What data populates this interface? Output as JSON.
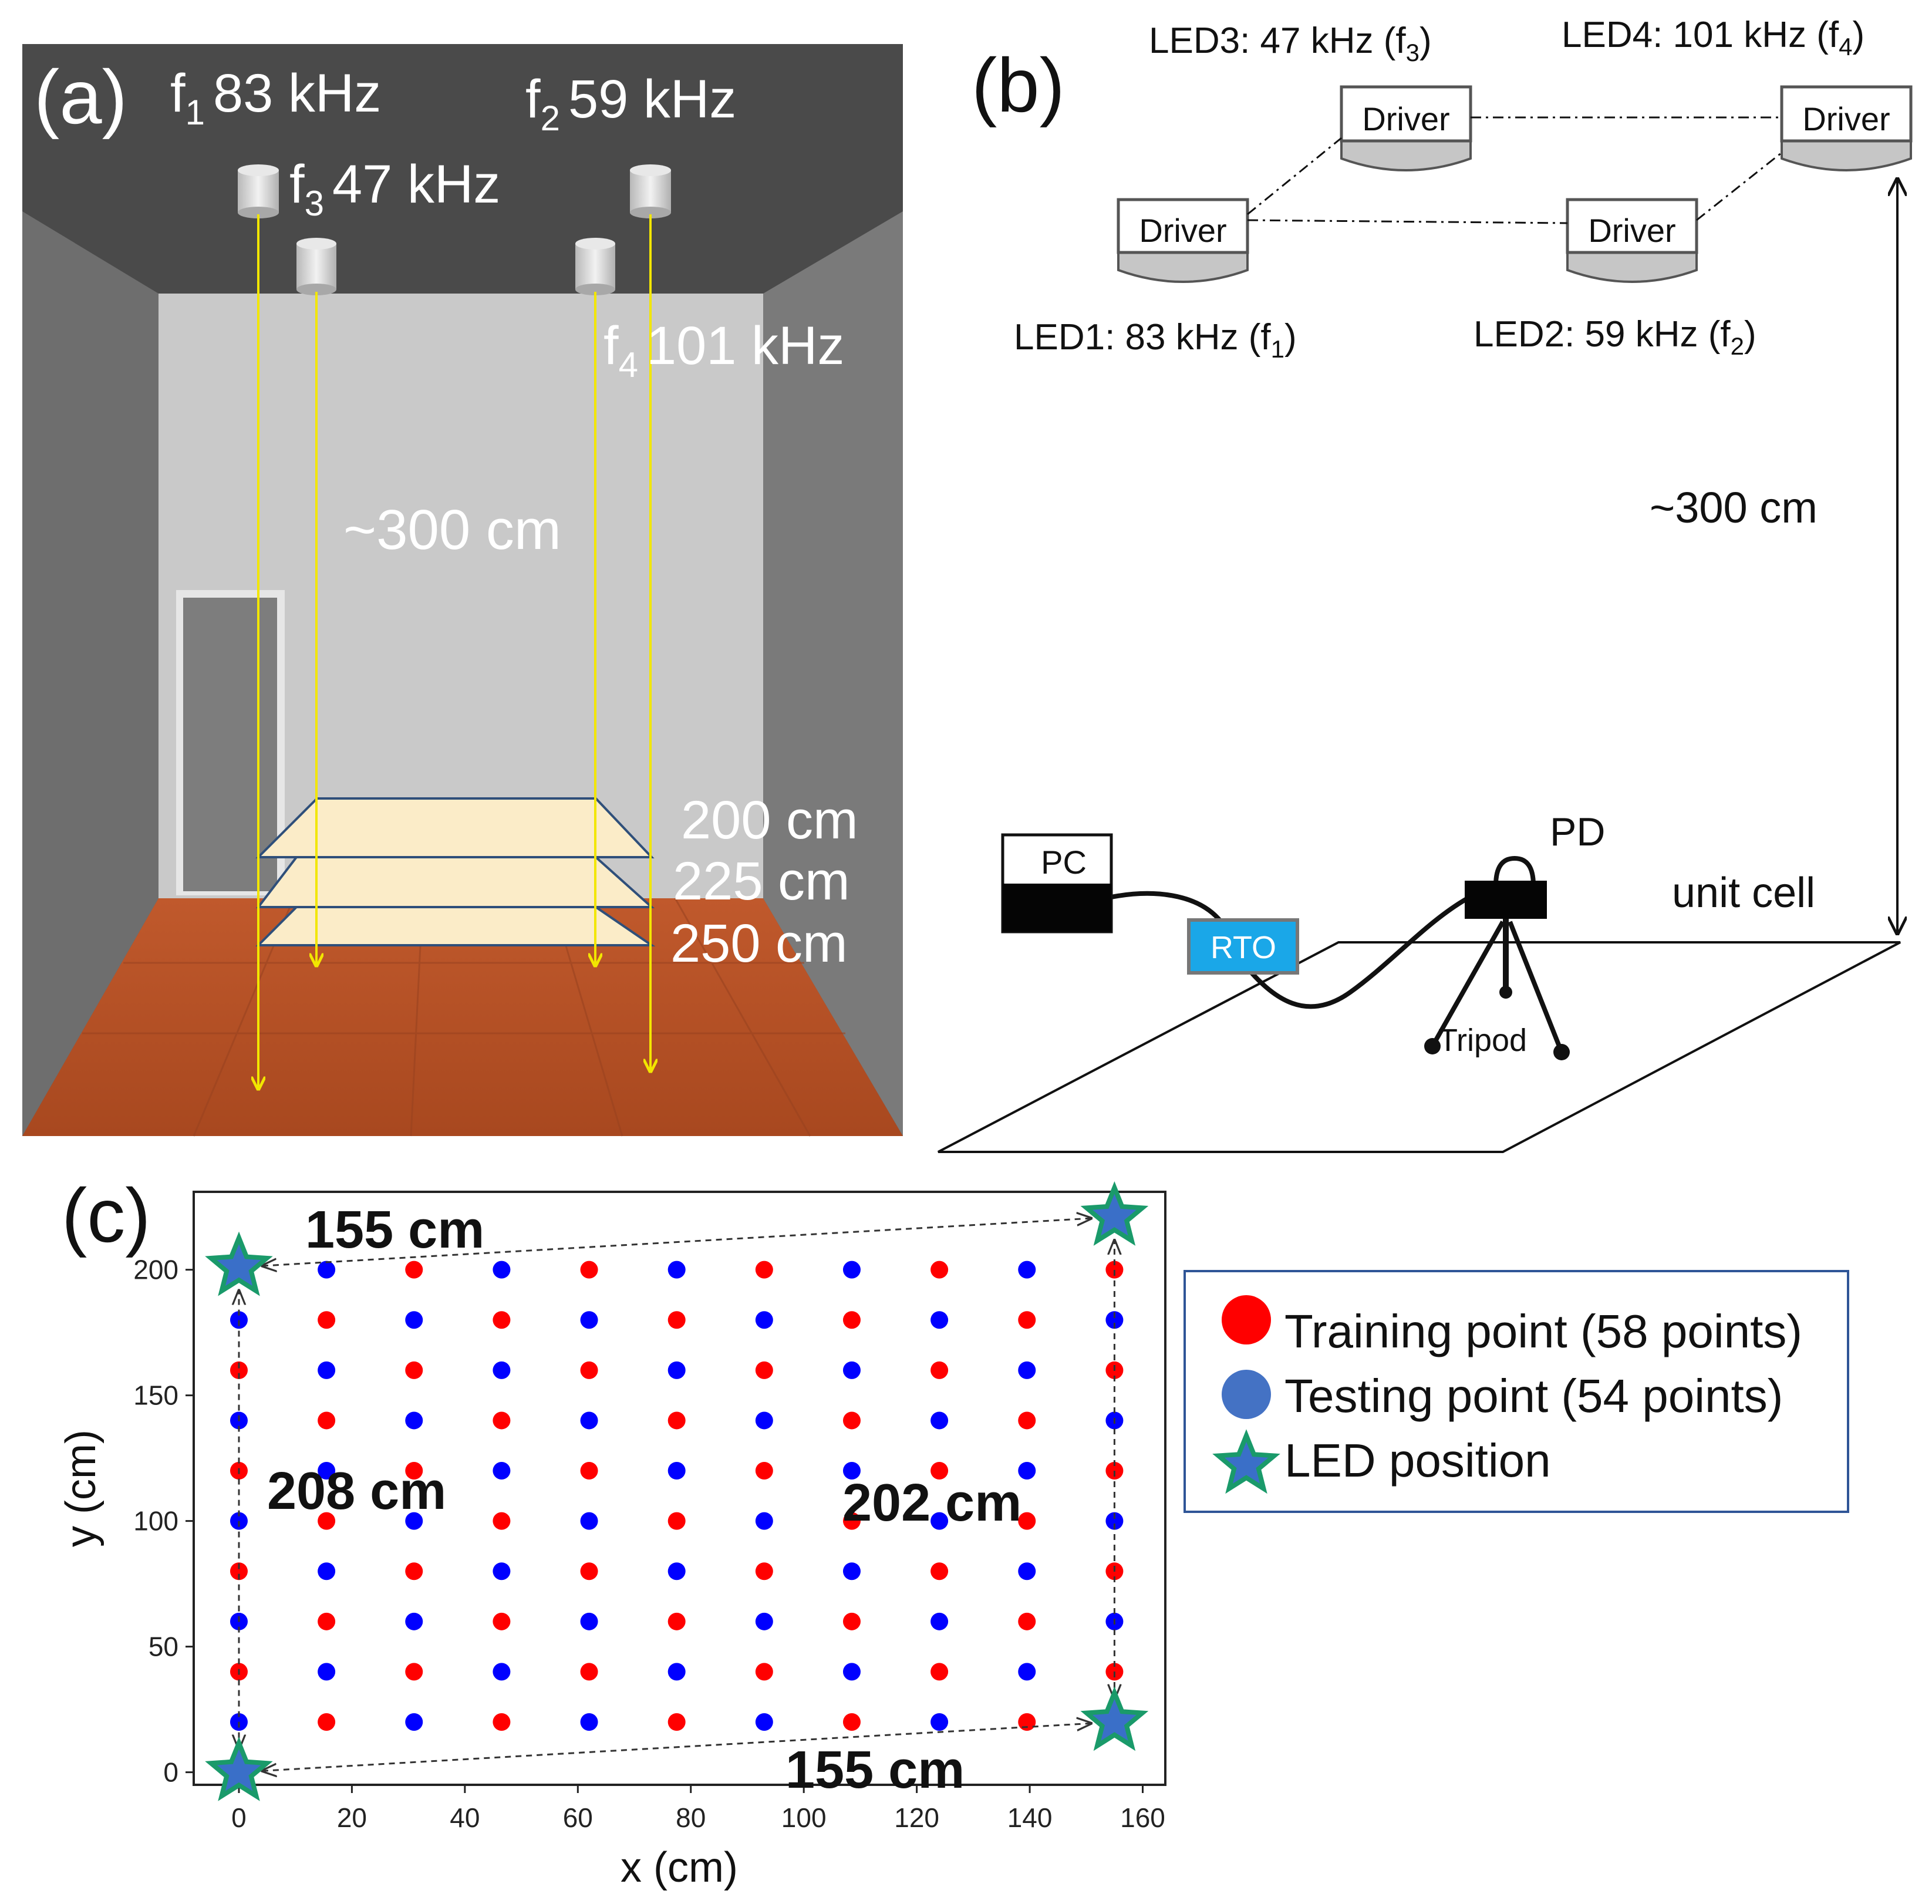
{
  "panel_a": {
    "label": "(a)",
    "led_labels": [
      {
        "f": "f",
        "sub": "1",
        "freq": "83 kHz"
      },
      {
        "f": "f",
        "sub": "2",
        "freq": "59 kHz"
      },
      {
        "f": "f",
        "sub": "3",
        "freq": "47 kHz"
      },
      {
        "f": "f",
        "sub": "4",
        "freq": "101 kHz"
      }
    ],
    "height_label": "~300 cm",
    "plane_labels": [
      "200 cm",
      "225 cm",
      "250 cm"
    ],
    "colors": {
      "ceiling": "#505050",
      "wall_back": "#c8c8c8",
      "floor": "#b5532a",
      "ray": "#f2e600",
      "plane": "#fbecc8"
    }
  },
  "panel_b": {
    "label": "(b)",
    "driver_label": "Driver",
    "led_labels": [
      {
        "text": "LED1: 83 kHz (f",
        "sub": "1",
        "close": ")"
      },
      {
        "text": "LED2: 59 kHz (f",
        "sub": "2",
        "close": ")"
      },
      {
        "text": "LED3: 47 kHz (f",
        "sub": "3",
        "close": ")"
      },
      {
        "text": "LED4: 101 kHz (f",
        "sub": "4",
        "close": ")"
      }
    ],
    "height_label": "~300 cm",
    "pc_label": "PC",
    "rto_label": "RTO",
    "pd_label": "PD",
    "tripod_label": "Tripod",
    "unit_cell_label": "unit cell",
    "colors": {
      "rto": "#1aa7e8"
    }
  },
  "panel_c": {
    "label": "(c)",
    "chart_data": {
      "type": "scatter",
      "xlabel": "x (cm)",
      "ylabel": "y (cm)",
      "xlim": [
        -8,
        164
      ],
      "ylim": [
        -5,
        231
      ],
      "xticks": [
        0,
        20,
        40,
        60,
        80,
        100,
        120,
        140,
        160
      ],
      "yticks": [
        0,
        50,
        100,
        150,
        200
      ],
      "grid": false,
      "legend_position": "right",
      "grid_x": [
        0,
        15.5,
        31,
        46.5,
        62,
        77.5,
        93,
        108.5,
        124,
        139.5,
        155
      ],
      "grid_y": [
        20,
        40,
        60,
        80,
        100,
        120,
        140,
        160,
        180,
        200
      ],
      "series": [
        {
          "name": "Training point (58 points)",
          "color": "#ff0000"
        },
        {
          "name": "Testing point (54 points)",
          "color": "#0000ff"
        },
        {
          "name": "LED position",
          "color": "#3a6fc8",
          "edge": "#1a9a6a",
          "points": [
            [
              0,
              0
            ],
            [
              0,
              201
            ],
            [
              155,
              221
            ],
            [
              155,
              20
            ]
          ]
        }
      ],
      "annotations": [
        "155 cm",
        "155 cm",
        "208 cm",
        "202 cm"
      ]
    },
    "legend_swatch_colors": {
      "training": "#ff0000",
      "testing": "#4472c4",
      "led_fill": "#3a6fc8",
      "led_edge": "#1a9a6a"
    }
  }
}
